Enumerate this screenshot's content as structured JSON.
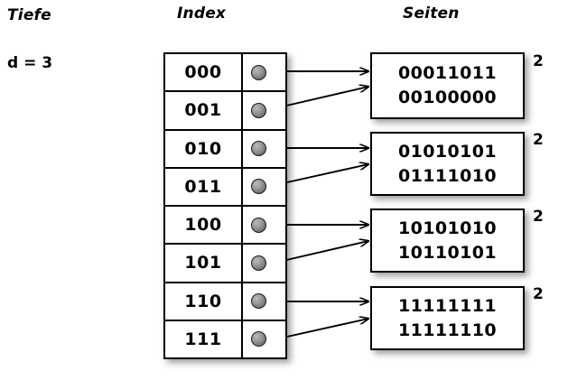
{
  "columns": {
    "depth_header": "Tiefe",
    "index_header": "Index",
    "pages_header": "Seiten"
  },
  "global_depth": {
    "label": "d = 3"
  },
  "index_table": {
    "rows": [
      {
        "key": "000",
        "pointer": "pointer-dot",
        "target_page": 0
      },
      {
        "key": "001",
        "pointer": "pointer-dot",
        "target_page": 0
      },
      {
        "key": "010",
        "pointer": "pointer-dot",
        "target_page": 1
      },
      {
        "key": "011",
        "pointer": "pointer-dot",
        "target_page": 1
      },
      {
        "key": "100",
        "pointer": "pointer-dot",
        "target_page": 2
      },
      {
        "key": "101",
        "pointer": "pointer-dot",
        "target_page": 2
      },
      {
        "key": "110",
        "pointer": "pointer-dot",
        "target_page": 3
      },
      {
        "key": "111",
        "pointer": "pointer-dot",
        "target_page": 3
      }
    ]
  },
  "pages": [
    {
      "line1": "00011011",
      "line2": "00100000",
      "local_depth": "2"
    },
    {
      "line1": "01010101",
      "line2": "01111010",
      "local_depth": "2"
    },
    {
      "line1": "10101010",
      "line2": "10110101",
      "local_depth": "2"
    },
    {
      "line1": "11111111",
      "line2": "11111110",
      "local_depth": "2"
    }
  ],
  "colors": {
    "background": "#ffffff",
    "stroke": "#000000",
    "dot_fill": "#8c8c8c",
    "shadow": "rgba(0,0,0,0.38)"
  }
}
